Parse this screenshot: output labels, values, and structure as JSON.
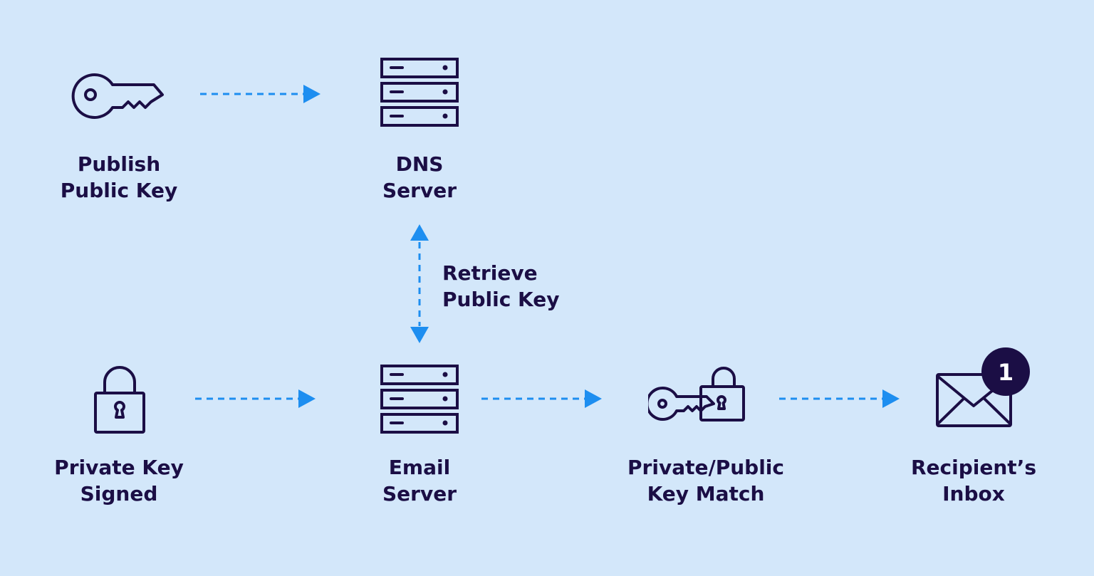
{
  "colors": {
    "background": "#d3e7fa",
    "ink": "#1b0e45",
    "arrow": "#1d8ef0",
    "badge_text": "#ffffff"
  },
  "nodes": {
    "publish": {
      "icon": "key-icon",
      "line1": "Publish",
      "line2": "Public Key"
    },
    "dns": {
      "icon": "server-icon",
      "line1": "DNS",
      "line2": "Server"
    },
    "retrieve": {
      "line1": "Retrieve",
      "line2": "Public Key"
    },
    "signed": {
      "icon": "padlock-icon",
      "line1": "Private Key",
      "line2": "Signed"
    },
    "email_server": {
      "icon": "server-icon",
      "line1": "Email",
      "line2": "Server"
    },
    "match": {
      "icon": "key-padlock-icon",
      "line1": "Private/Public",
      "line2": "Key Match"
    },
    "inbox": {
      "icon": "envelope-icon",
      "line1": "Recipient’s",
      "line2": "Inbox",
      "badge": "1"
    }
  }
}
